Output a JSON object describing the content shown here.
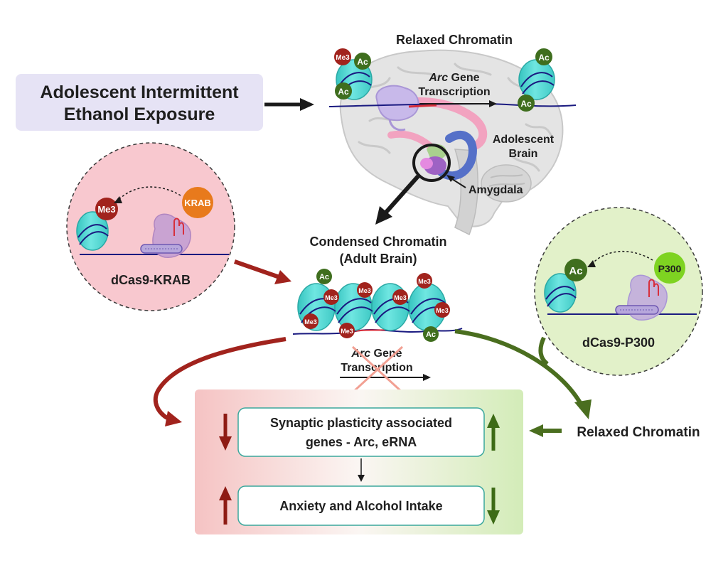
{
  "exposure_box": {
    "line1": "Adolescent Intermittent",
    "line2": "Ethanol Exposure",
    "fill": "#e6e3f5"
  },
  "relaxed_top": {
    "title": "Relaxed Chromatin",
    "gene_italic": "Arc",
    "gene_rest": " Gene",
    "transcription": "Transcription"
  },
  "brain": {
    "adolescent_line1": "Adolescent",
    "adolescent_line2": "Brain",
    "amygdala": "Amygdala"
  },
  "marks": {
    "me3": "Me3",
    "ac": "Ac",
    "me3_color": "#a1231d",
    "ac_color": "#3f6e1e",
    "nucleosome_color": "#4fdad6"
  },
  "krab_panel": {
    "effector": "KRAB",
    "caption": "dCas9-KRAB",
    "fill": "#f8c8cf",
    "effector_color": "#e87a1c"
  },
  "p300_panel": {
    "effector": "P300",
    "caption": "dCas9-P300",
    "fill": "#e2f1c9",
    "effector_color": "#7ed321"
  },
  "condensed": {
    "line1": "Condensed Chromatin",
    "line2": "(Adult Brain)",
    "gene_italic": "Arc",
    "gene_rest": " Gene",
    "transcription": "Transcription"
  },
  "outcome": {
    "genes_line1": "Synaptic plasticity associated",
    "genes_line2": "genes - Arc, eRNA",
    "behavior": "Anxiety and Alcohol Intake",
    "down_color": "#8e1b14",
    "up_color": "#3d6b16"
  },
  "relaxed_right": "Relaxed Chromatin"
}
